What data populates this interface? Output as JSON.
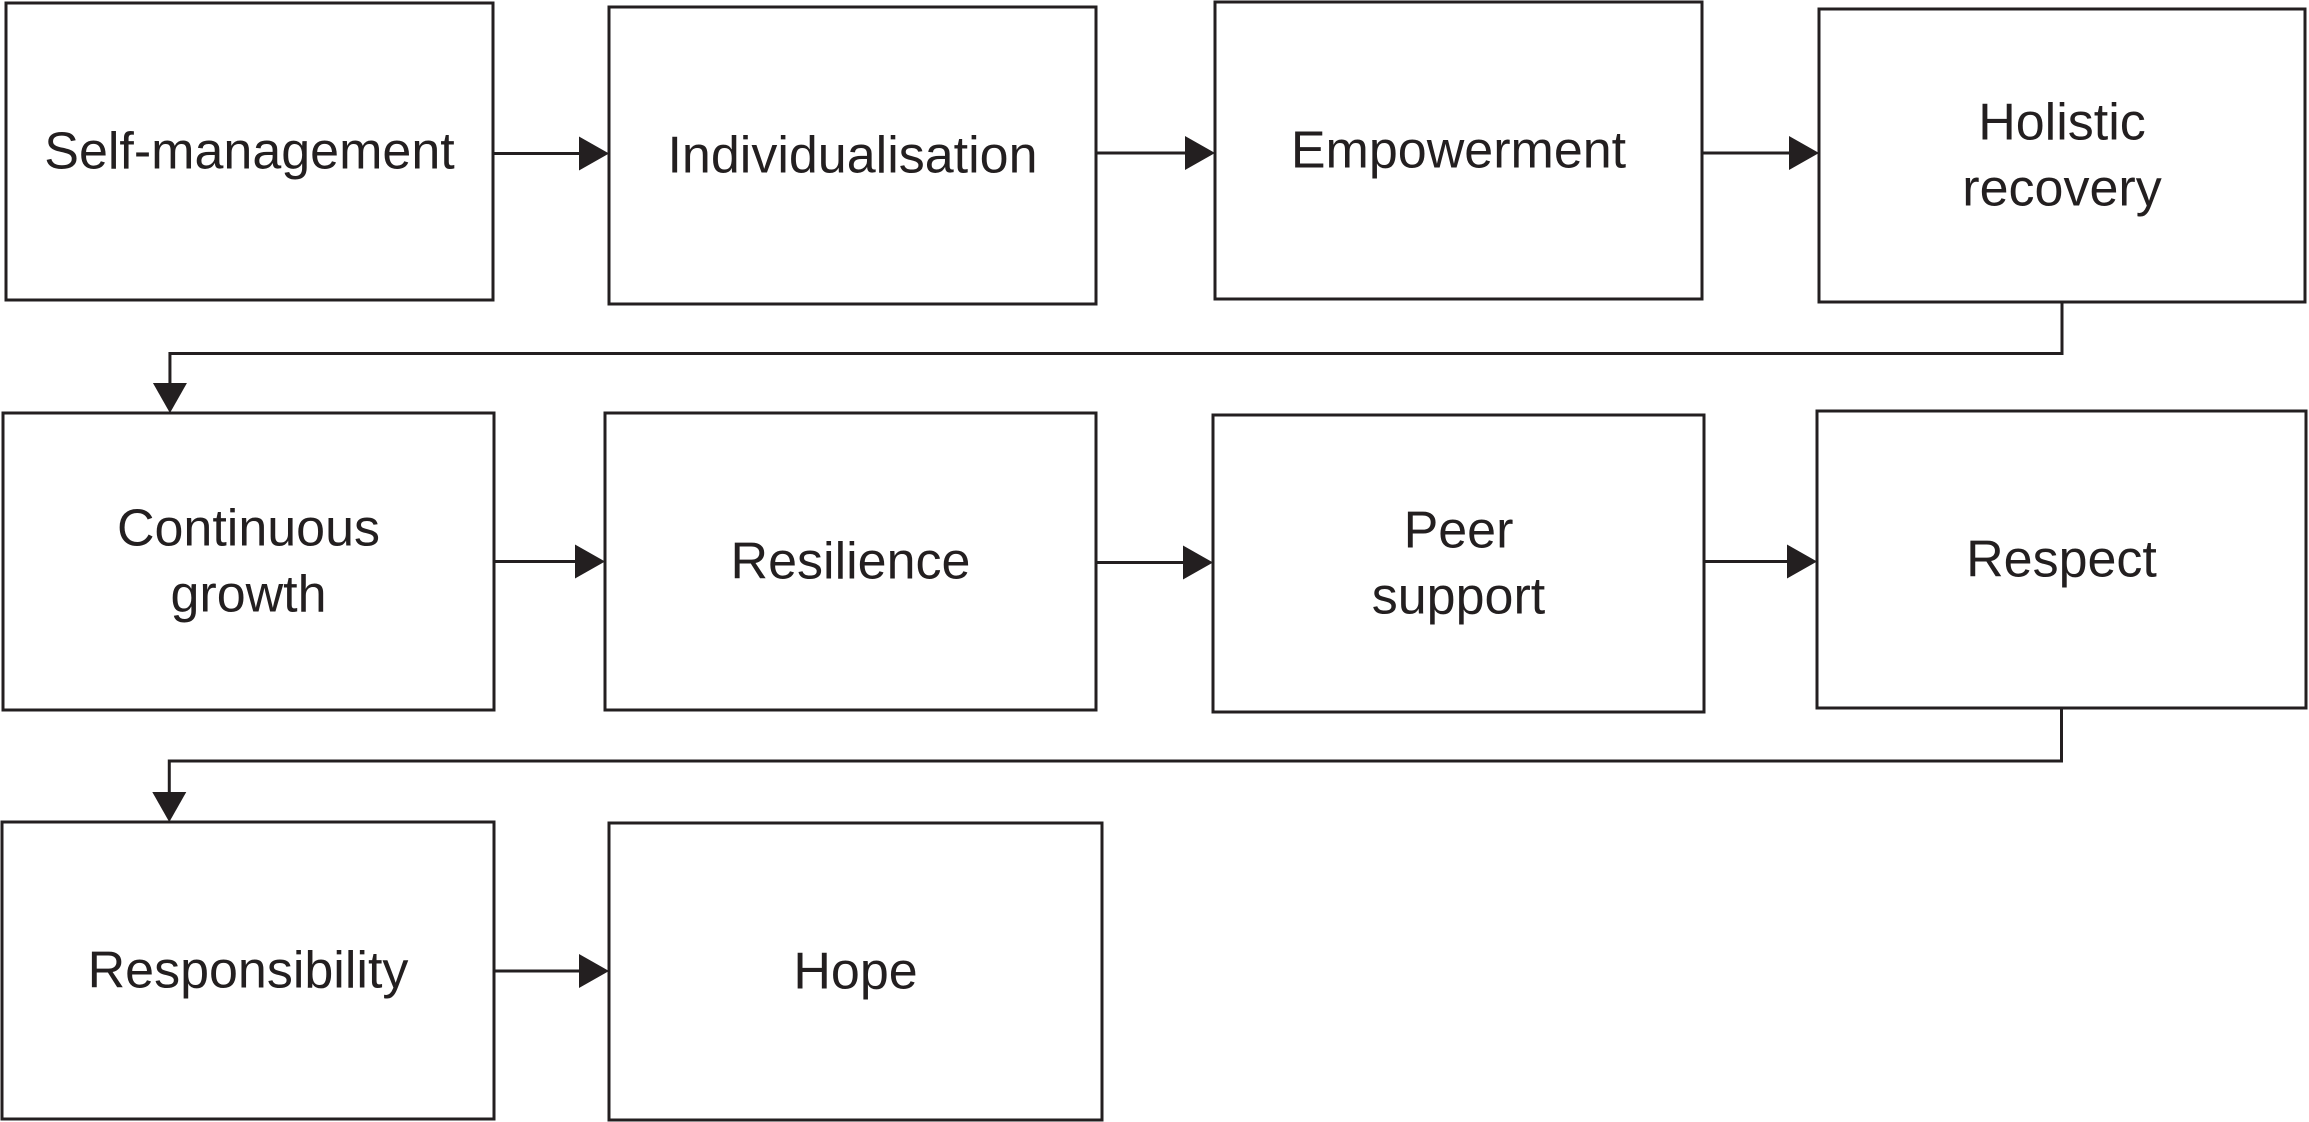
{
  "diagram": {
    "colors": {
      "stroke": "#231f20",
      "text": "#231f20",
      "fill": "#ffffff"
    },
    "nodes": [
      {
        "id": "self-management",
        "lines": [
          "Self-management"
        ]
      },
      {
        "id": "individualisation",
        "lines": [
          "Individualisation"
        ]
      },
      {
        "id": "empowerment",
        "lines": [
          "Empowerment"
        ]
      },
      {
        "id": "holistic-recovery",
        "lines": [
          "Holistic",
          "recovery"
        ]
      },
      {
        "id": "continuous-growth",
        "lines": [
          "Continuous",
          "growth"
        ]
      },
      {
        "id": "resilience",
        "lines": [
          "Resilience"
        ]
      },
      {
        "id": "peer-support",
        "lines": [
          "Peer",
          "support"
        ]
      },
      {
        "id": "respect",
        "lines": [
          "Respect"
        ]
      },
      {
        "id": "responsibility",
        "lines": [
          "Responsibility"
        ]
      },
      {
        "id": "hope",
        "lines": [
          "Hope"
        ]
      }
    ],
    "edges": [
      {
        "from": "self-management",
        "to": "individualisation"
      },
      {
        "from": "individualisation",
        "to": "empowerment"
      },
      {
        "from": "empowerment",
        "to": "holistic-recovery"
      },
      {
        "from": "holistic-recovery",
        "to": "continuous-growth"
      },
      {
        "from": "continuous-growth",
        "to": "resilience"
      },
      {
        "from": "resilience",
        "to": "peer-support"
      },
      {
        "from": "peer-support",
        "to": "respect"
      },
      {
        "from": "respect",
        "to": "responsibility"
      },
      {
        "from": "responsibility",
        "to": "hope"
      }
    ]
  }
}
